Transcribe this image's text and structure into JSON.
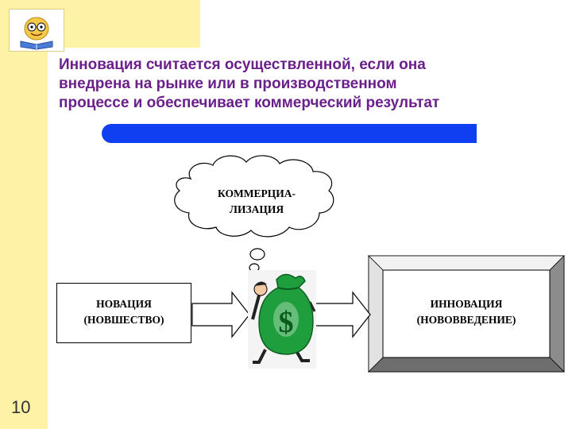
{
  "title_lines": [
    "Инновация считается осуществленной, если она",
    "внедрена на рынке или в производственном",
    "процессе и обеспечивает коммерческий результат"
  ],
  "cloud": {
    "line1": "КОММЕРЦИА-",
    "line2": "ЛИЗАЦИЯ"
  },
  "left_box": {
    "line1": "НОВАЦИЯ",
    "line2": "(НОВШЕСТВО)"
  },
  "right_box": {
    "line1": "ИННОВАЦИЯ",
    "line2": "(НОВОВВЕДЕНИЕ)"
  },
  "money_symbol": "$",
  "slide_number": "10",
  "colors": {
    "sidebar": "#fdf2a6",
    "title": "#6a1f8a",
    "bar": "#0f3ff0",
    "bag": "#1e9e3c"
  }
}
